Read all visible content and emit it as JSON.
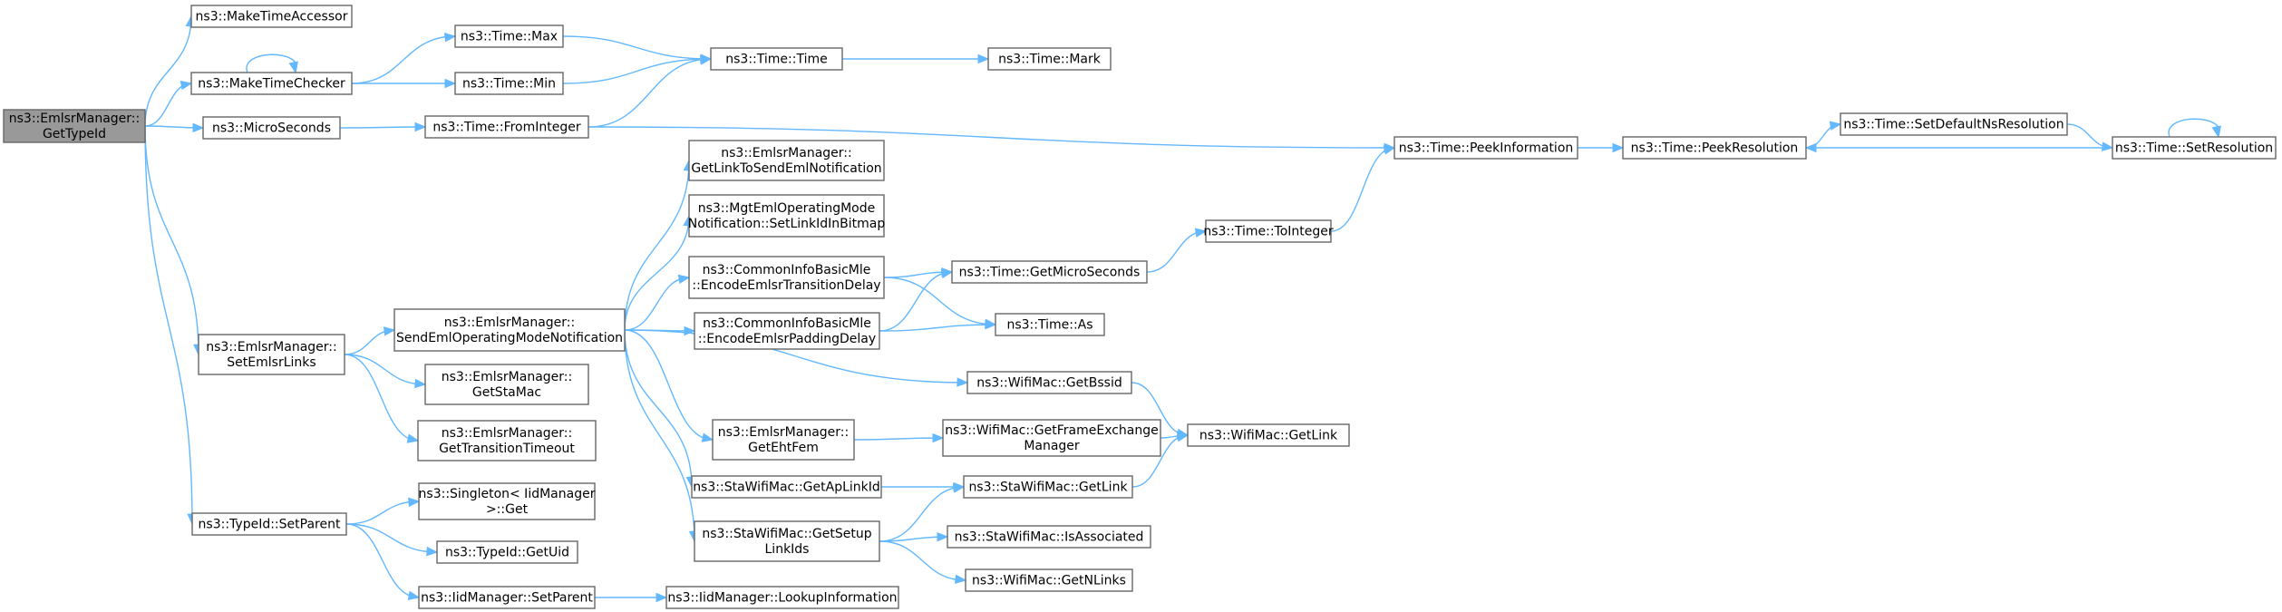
{
  "nodes": [
    {
      "id": "root",
      "lines": [
        "ns3::EmlsrManager::",
        "GetTypeId"
      ],
      "root": true
    },
    {
      "id": "mta",
      "lines": [
        "ns3::MakeTimeAccessor"
      ]
    },
    {
      "id": "mtc",
      "lines": [
        "ns3::MakeTimeChecker"
      ]
    },
    {
      "id": "micro",
      "lines": [
        "ns3::MicroSeconds"
      ]
    },
    {
      "id": "setlinks",
      "lines": [
        "ns3::EmlsrManager::",
        "SetEmlsrLinks"
      ]
    },
    {
      "id": "setparent",
      "lines": [
        "ns3::TypeId::SetParent"
      ]
    },
    {
      "id": "tmax",
      "lines": [
        "ns3::Time::Max"
      ]
    },
    {
      "id": "tmin",
      "lines": [
        "ns3::Time::Min"
      ]
    },
    {
      "id": "tfromint",
      "lines": [
        "ns3::Time::FromInteger"
      ]
    },
    {
      "id": "ttime",
      "lines": [
        "ns3::Time::Time"
      ]
    },
    {
      "id": "tmark",
      "lines": [
        "ns3::Time::Mark"
      ]
    },
    {
      "id": "sendeml",
      "lines": [
        "ns3::EmlsrManager::",
        "SendEmlOperatingModeNotification"
      ]
    },
    {
      "id": "getstamac",
      "lines": [
        "ns3::EmlsrManager::",
        "GetStaMac"
      ]
    },
    {
      "id": "gettrans",
      "lines": [
        "ns3::EmlsrManager::",
        "GetTransitionTimeout"
      ]
    },
    {
      "id": "singleton",
      "lines": [
        "ns3::Singleton< IidManager",
        ">::Get"
      ]
    },
    {
      "id": "getuid",
      "lines": [
        "ns3::TypeId::GetUid"
      ]
    },
    {
      "id": "iidsetparent",
      "lines": [
        "ns3::IidManager::SetParent"
      ]
    },
    {
      "id": "lookup",
      "lines": [
        "ns3::IidManager::LookupInformation"
      ]
    },
    {
      "id": "getlinktosend",
      "lines": [
        "ns3::EmlsrManager::",
        "GetLinkToSendEmlNotification"
      ]
    },
    {
      "id": "mgtset",
      "lines": [
        "ns3::MgtEmlOperatingMode",
        "Notification::SetLinkIdInBitmap"
      ]
    },
    {
      "id": "encodetrans",
      "lines": [
        "ns3::CommonInfoBasicMle",
        "::EncodeEmlsrTransitionDelay"
      ]
    },
    {
      "id": "encodepad",
      "lines": [
        "ns3::CommonInfoBasicMle",
        "::EncodeEmlsrPaddingDelay"
      ]
    },
    {
      "id": "getehtfem",
      "lines": [
        "ns3::EmlsrManager::",
        "GetEhtFem"
      ]
    },
    {
      "id": "getaplink",
      "lines": [
        "ns3::StaWifiMac::GetApLinkId"
      ]
    },
    {
      "id": "getsetup",
      "lines": [
        "ns3::StaWifiMac::GetSetup",
        "LinkIds"
      ]
    },
    {
      "id": "getmicros",
      "lines": [
        "ns3::Time::GetMicroSeconds"
      ]
    },
    {
      "id": "tas",
      "lines": [
        "ns3::Time::As"
      ]
    },
    {
      "id": "getbssid",
      "lines": [
        "ns3::WifiMac::GetBssid"
      ]
    },
    {
      "id": "getfem",
      "lines": [
        "ns3::WifiMac::GetFrameExchange",
        "Manager"
      ]
    },
    {
      "id": "stagetlink",
      "lines": [
        "ns3::StaWifiMac::GetLink"
      ]
    },
    {
      "id": "isassoc",
      "lines": [
        "ns3::StaWifiMac::IsAssociated"
      ]
    },
    {
      "id": "getnlinks",
      "lines": [
        "ns3::WifiMac::GetNLinks"
      ]
    },
    {
      "id": "wifigetlink",
      "lines": [
        "ns3::WifiMac::GetLink"
      ]
    },
    {
      "id": "toint",
      "lines": [
        "ns3::Time::ToInteger"
      ]
    },
    {
      "id": "peekinfo",
      "lines": [
        "ns3::Time::PeekInformation"
      ]
    },
    {
      "id": "peekres",
      "lines": [
        "ns3::Time::PeekResolution"
      ]
    },
    {
      "id": "setdefres",
      "lines": [
        "ns3::Time::SetDefaultNsResolution"
      ]
    },
    {
      "id": "setres",
      "lines": [
        "ns3::Time::SetResolution"
      ]
    }
  ],
  "edges": [
    [
      "root",
      "mta"
    ],
    [
      "root",
      "mtc"
    ],
    [
      "root",
      "micro"
    ],
    [
      "root",
      "setlinks"
    ],
    [
      "root",
      "setparent"
    ],
    [
      "mtc",
      "mtc"
    ],
    [
      "mtc",
      "tmax"
    ],
    [
      "mtc",
      "tmin"
    ],
    [
      "micro",
      "tfromint"
    ],
    [
      "tmax",
      "ttime"
    ],
    [
      "tmin",
      "ttime"
    ],
    [
      "tfromint",
      "ttime"
    ],
    [
      "tfromint",
      "peekinfo"
    ],
    [
      "ttime",
      "tmark"
    ],
    [
      "setlinks",
      "sendeml"
    ],
    [
      "setlinks",
      "getstamac"
    ],
    [
      "setlinks",
      "gettrans"
    ],
    [
      "setparent",
      "singleton"
    ],
    [
      "setparent",
      "getuid"
    ],
    [
      "setparent",
      "iidsetparent"
    ],
    [
      "iidsetparent",
      "lookup"
    ],
    [
      "sendeml",
      "getlinktosend"
    ],
    [
      "sendeml",
      "mgtset"
    ],
    [
      "sendeml",
      "encodetrans"
    ],
    [
      "sendeml",
      "encodepad"
    ],
    [
      "sendeml",
      "getbssid"
    ],
    [
      "sendeml",
      "getehtfem"
    ],
    [
      "sendeml",
      "getaplink"
    ],
    [
      "sendeml",
      "getsetup"
    ],
    [
      "encodetrans",
      "getmicros"
    ],
    [
      "encodetrans",
      "tas"
    ],
    [
      "encodepad",
      "getmicros"
    ],
    [
      "encodepad",
      "tas"
    ],
    [
      "getmicros",
      "toint"
    ],
    [
      "toint",
      "peekinfo"
    ],
    [
      "getbssid",
      "wifigetlink"
    ],
    [
      "getehtfem",
      "getfem"
    ],
    [
      "getfem",
      "wifigetlink"
    ],
    [
      "getaplink",
      "stagetlink"
    ],
    [
      "stagetlink",
      "wifigetlink"
    ],
    [
      "getsetup",
      "stagetlink"
    ],
    [
      "getsetup",
      "isassoc"
    ],
    [
      "getsetup",
      "getnlinks"
    ],
    [
      "peekinfo",
      "peekres"
    ],
    [
      "peekres",
      "setdefres"
    ],
    [
      "setdefres",
      "setres"
    ],
    [
      "setres",
      "setres"
    ],
    [
      "setres",
      "peekres"
    ]
  ]
}
